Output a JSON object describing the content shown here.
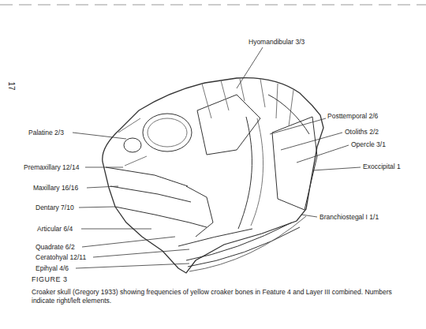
{
  "diagram": {
    "title": "FIGURE 3",
    "caption": "Croaker skull (Gregory 1933) showing frequencies of yellow croaker bones in Feature 4 and Layer III combined. Numbers indicate right/left elements.",
    "labels": [
      "Hyomandibular 3/3",
      "Palatine 2/3",
      "Premaxillary 12/14",
      "Maxillary 16/16",
      "Dentary 7/10",
      "Articular 6/4",
      "Quadrate 6/2",
      "Ceratohyal 12/11",
      "Epihyal 4/6",
      "Posttemporal 2/6",
      "Otoliths 2/2",
      "Opercle 3/1",
      "Exoccipital 1",
      "Branchiostegal I 1/1",
      "17"
    ]
  }
}
